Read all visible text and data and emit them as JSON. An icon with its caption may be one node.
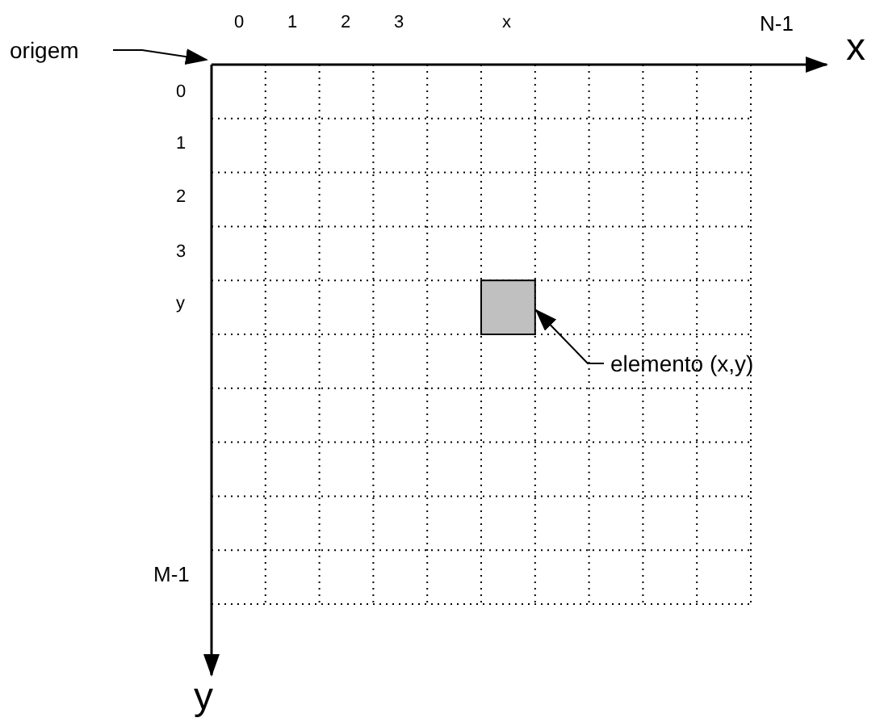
{
  "diagram": {
    "nodes": [
      {
        "text": [
          "origem"
        ]
      },
      {
        "text": [],
        "shape": "box"
      },
      {
        "text": [
          "elemento (x,y)"
        ]
      }
    ],
    "edges": [
      {
        "from": 0,
        "to": null,
        "arrow": "to"
      },
      {
        "from": 2,
        "to": 1,
        "arrow": "to"
      }
    ],
    "labels": [
      "0",
      "1",
      "2",
      "3",
      "x",
      "N-1",
      "x",
      "0",
      "1",
      "2",
      "3",
      "y",
      "M-1",
      "y"
    ]
  }
}
